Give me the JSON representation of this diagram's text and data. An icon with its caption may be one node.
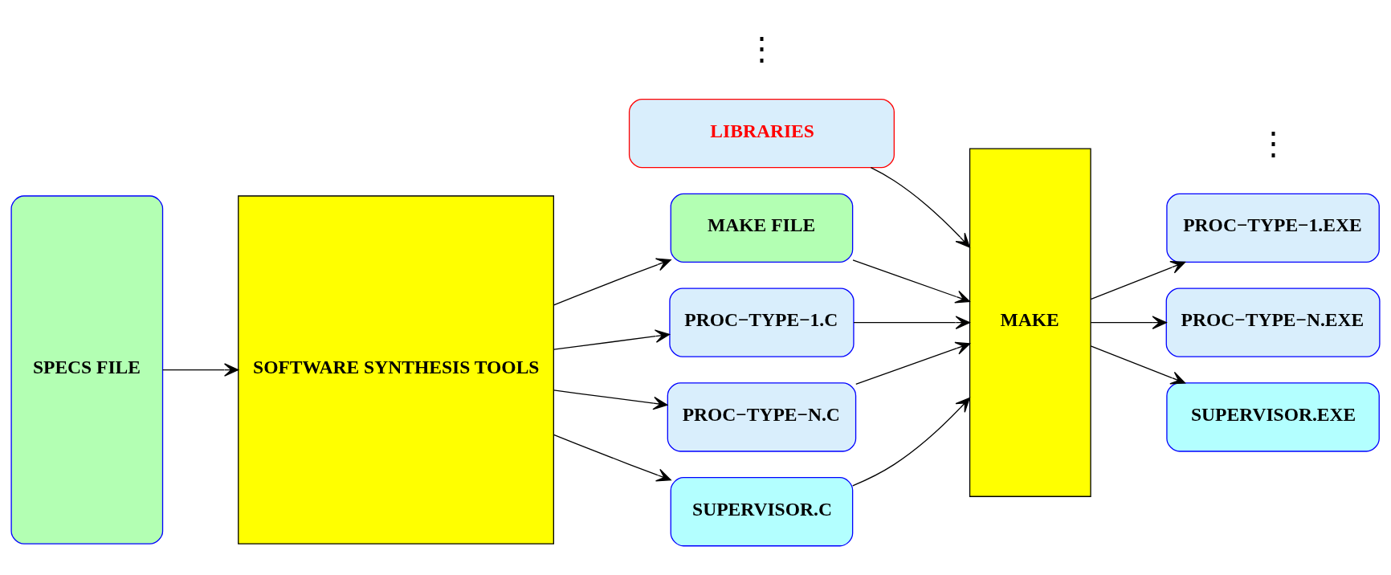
{
  "diagram": {
    "nodes": [
      {
        "text": [
          "LIBRARIES"
        ]
      },
      {
        "text": [
          "SPECS FILE"
        ]
      },
      {
        "text": [
          "SOFTWARE SYNTHESIS TOOLS"
        ]
      },
      {
        "text": [
          "MAKE FILE"
        ]
      },
      {
        "text": [
          "PROC−TYPE−1.C"
        ]
      },
      {
        "text": [
          "PROC−TYPE−N.C"
        ]
      },
      {
        "text": [
          "SUPERVISOR.C"
        ]
      },
      {
        "text": [
          "MAKE"
        ]
      },
      {
        "text": [
          "PROC−TYPE−1.EXE"
        ]
      },
      {
        "text": [
          "PROC−TYPE−N.EXE"
        ]
      },
      {
        "text": [
          "SUPERVISOR.EXE"
        ]
      }
    ],
    "edges": [
      {
        "from": 0,
        "to": 7,
        "arrow": "to"
      },
      {
        "from": 1,
        "to": 2,
        "arrow": "to"
      },
      {
        "from": 2,
        "to": 3,
        "arrow": "to"
      },
      {
        "from": 2,
        "to": 4,
        "arrow": "to"
      },
      {
        "from": 2,
        "to": 5,
        "arrow": "to"
      },
      {
        "from": 2,
        "to": 6,
        "arrow": "to"
      },
      {
        "from": 3,
        "to": 7,
        "arrow": "to"
      },
      {
        "from": 4,
        "to": 7,
        "arrow": "to"
      },
      {
        "from": 5,
        "to": 7,
        "arrow": "to"
      },
      {
        "from": 6,
        "to": 7,
        "arrow": "to"
      },
      {
        "from": 7,
        "to": 8,
        "arrow": "to"
      },
      {
        "from": 7,
        "to": 9,
        "arrow": "to"
      },
      {
        "from": 7,
        "to": 10,
        "arrow": "to"
      }
    ],
    "labels": [
      "⋮",
      "⋮"
    ]
  }
}
